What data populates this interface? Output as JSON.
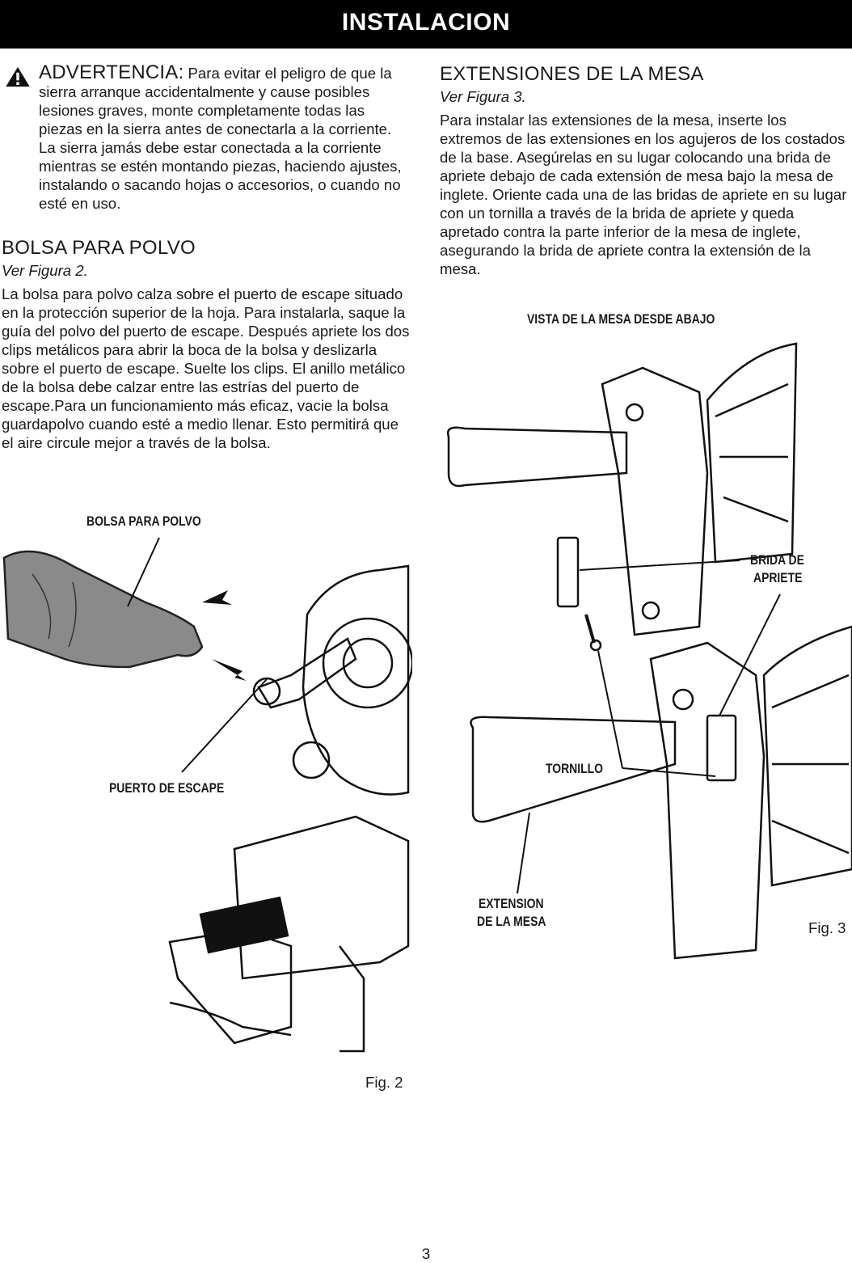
{
  "header": {
    "title": "INSTALACION"
  },
  "warning": {
    "icon": "warning-triangle-icon",
    "heading": "ADVERTENCIA:",
    "lead": " Para evitar el peligro de que",
    "body": "la sierra arranque accidentalmente y cause posibles lesiones graves, monte completamente todas las piezas en la sierra antes de conectarla a la corriente. La sierra jamás debe estar conectada a la corriente mientras se estén montando piezas, haciendo ajustes, instalando o sacando hojas o accesorios, o cuando no esté en uso."
  },
  "dust_bag": {
    "heading": "BOLSA PARA POLVO",
    "ref": "Ver Figura 2.",
    "body": "La bolsa para polvo calza sobre el puerto de escape situado en la protección superior de la hoja. Para instalarla, saque la guía del polvo del puerto de escape. Después apriete los dos clips metálicos para abrir la boca de la bolsa y deslizarla sobre el puerto de escape. Suelte los clips. El anillo metálico de la bolsa debe calzar entre las estrías del puerto de escape.Para un funcionamiento más eficaz, vacie la bolsa guardapolvo cuando esté a medio llenar. Esto permitirá que el aire circule mejor a través de la bolsa."
  },
  "table_ext": {
    "heading": "EXTENSIONES DE LA MESA",
    "ref": "Ver Figura 3.",
    "body": "Para instalar las extensiones de la mesa, inserte los extremos de las extensiones en los agujeros de los costados de la base. Asegúrelas en su lugar colocando una brida de apriete debajo de cada extensión de mesa bajo la mesa de inglete. Oriente cada una de las bridas de apriete en su lugar con un tornilla a través de la brida de apriete y queda apretado contra la parte inferior de la mesa de inglete, asegurando la brida de apriete contra la extensión de la mesa."
  },
  "fig2": {
    "label_bag": "BOLSA PARA POLVO",
    "label_port": "PUERTO DE ESCAPE",
    "caption": "Fig. 2"
  },
  "fig3": {
    "title": "VISTA DE LA MESA DESDE ABAJO",
    "label_clamp_line1": "BRIDA DE",
    "label_clamp_line2": "APRIETE",
    "label_screw": "TORNILLO",
    "label_ext_line1": "EXTENSION",
    "label_ext_line2": "DE LA MESA",
    "caption": "Fig. 3"
  },
  "footer": {
    "page_number": "3"
  }
}
